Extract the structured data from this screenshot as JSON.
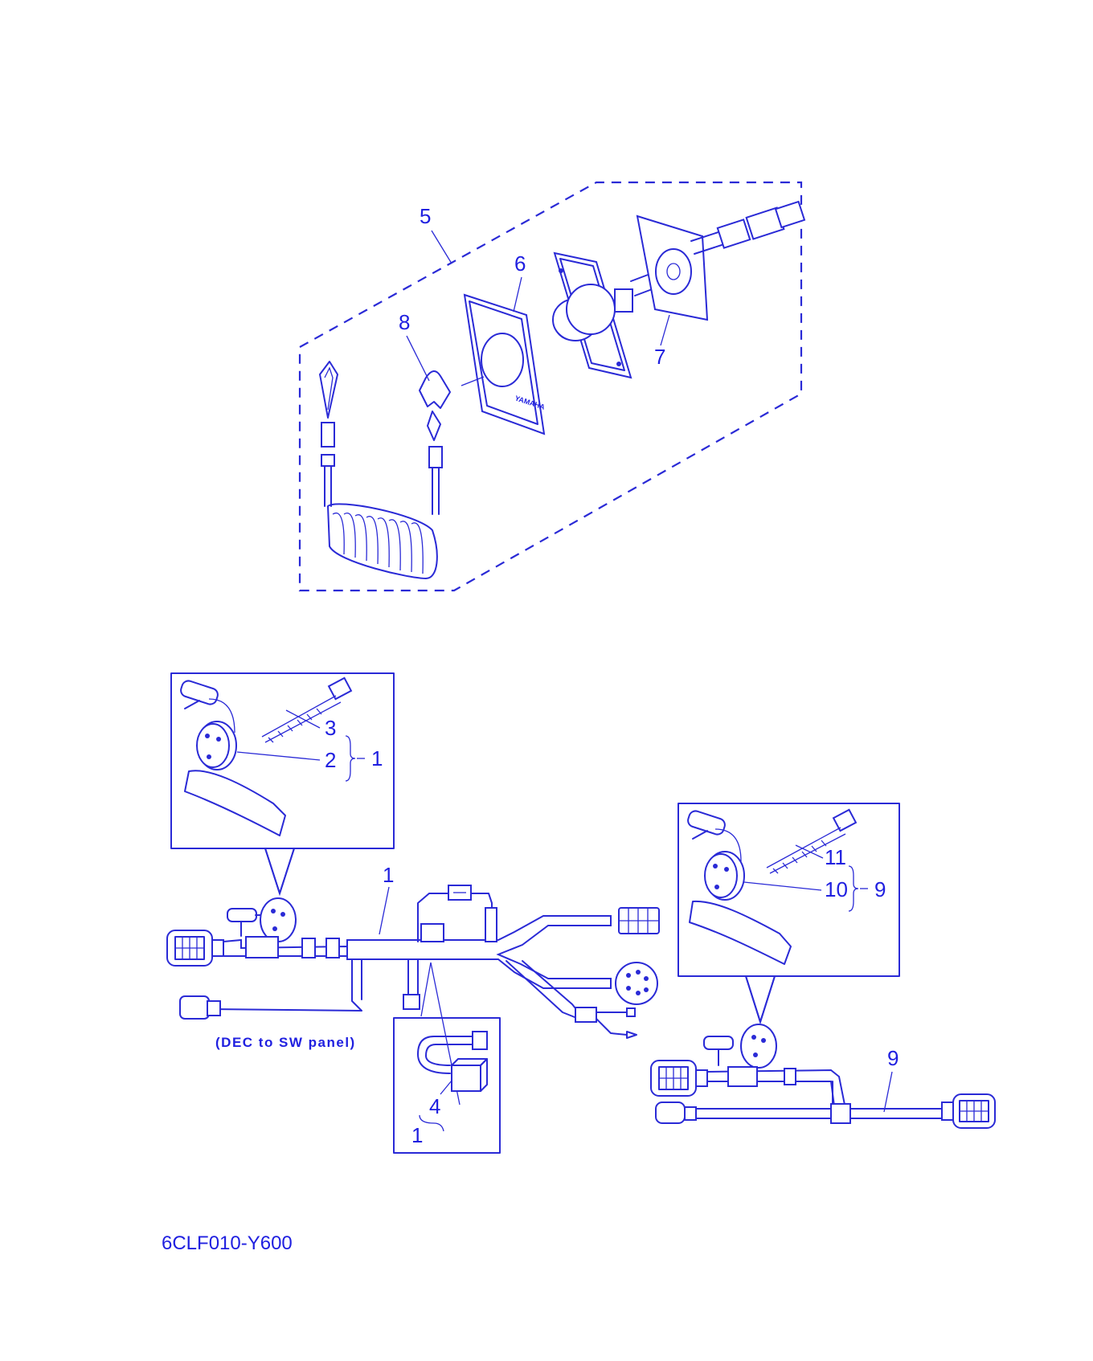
{
  "diagram": {
    "part_code": "6CLF010-Y600",
    "caption": "(DEC to SW panel)",
    "brand_mark": "YAMAHA",
    "line_color": "#2a2ad6",
    "callouts": {
      "c1_main": "1",
      "c1_bracket": "1",
      "c1_sub": "1",
      "c2": "2",
      "c3": "3",
      "c4": "4",
      "c5": "5",
      "c6": "6",
      "c7": "7",
      "c8": "8",
      "c9_bracket": "9",
      "c9_main": "9",
      "c10": "10",
      "c11": "11"
    }
  }
}
